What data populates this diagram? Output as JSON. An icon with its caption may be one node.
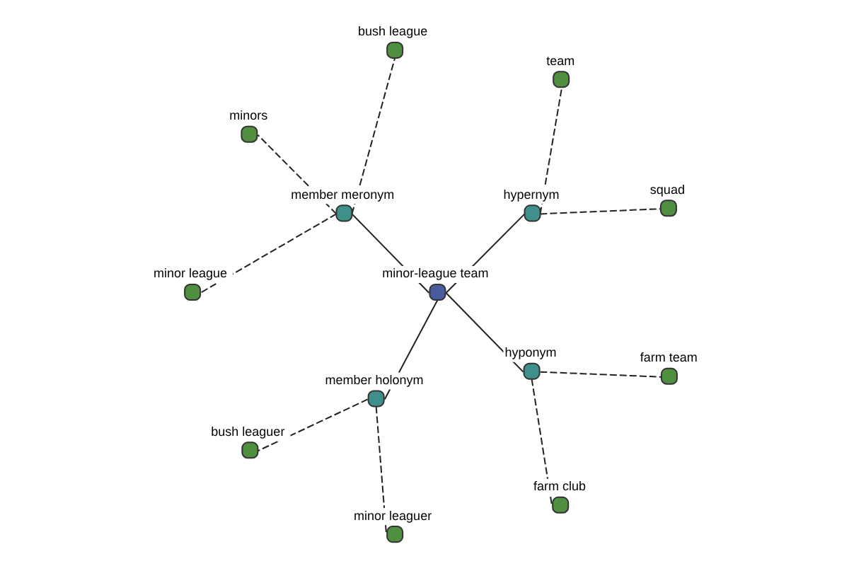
{
  "diagram": {
    "nodes": [
      {
        "text": [
          "minor-league team"
        ]
      },
      {
        "text": [
          "hypernym"
        ]
      },
      {
        "text": [
          "squad"
        ]
      },
      {
        "text": [
          "team"
        ]
      },
      {
        "text": [
          "member meronym"
        ]
      },
      {
        "text": [
          "bush league"
        ]
      },
      {
        "text": [
          "minors"
        ]
      },
      {
        "text": [
          "minor league"
        ]
      },
      {
        "text": [
          "member holonym"
        ]
      },
      {
        "text": [
          "bush leaguer"
        ]
      },
      {
        "text": [
          "minor leaguer"
        ]
      },
      {
        "text": [
          "hyponym"
        ]
      },
      {
        "text": [
          "farm club"
        ]
      },
      {
        "text": [
          "farm team"
        ]
      }
    ],
    "edges": [
      {
        "from": 0,
        "to": 1,
        "arrow": "none"
      },
      {
        "from": 1,
        "to": 2,
        "arrow": "none",
        "style": "dashed"
      },
      {
        "from": 1,
        "to": 3,
        "arrow": "none",
        "style": "dashed"
      },
      {
        "from": 0,
        "to": 4,
        "arrow": "none"
      },
      {
        "from": 4,
        "to": 5,
        "arrow": "none",
        "style": "dashed"
      },
      {
        "from": 4,
        "to": 6,
        "arrow": "none",
        "style": "dashed"
      },
      {
        "from": 4,
        "to": 7,
        "arrow": "none",
        "style": "dashed"
      },
      {
        "from": 0,
        "to": 8,
        "arrow": "none"
      },
      {
        "from": 8,
        "to": 9,
        "arrow": "none",
        "style": "dashed"
      },
      {
        "from": 8,
        "to": 10,
        "arrow": "none",
        "style": "dashed"
      },
      {
        "from": 0,
        "to": 11,
        "arrow": "none"
      },
      {
        "from": 11,
        "to": 12,
        "arrow": "none",
        "style": "dashed"
      },
      {
        "from": 11,
        "to": 13,
        "arrow": "none",
        "style": "dashed"
      }
    ]
  }
}
